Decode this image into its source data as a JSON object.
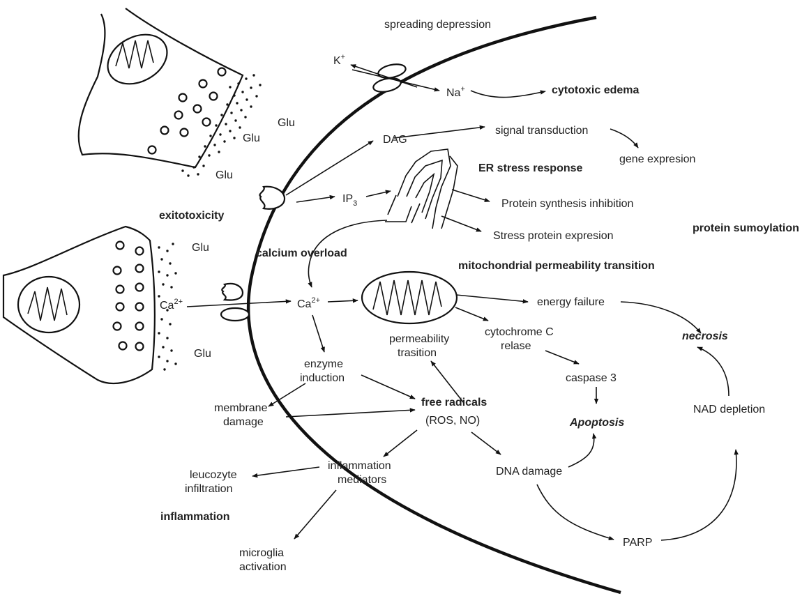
{
  "labels": {
    "spreading_depression": "spreading depression",
    "k_ion": "K",
    "k_sup": "+",
    "na_ion": "Na",
    "na_sup": "+",
    "cytotoxic_edema": "cytotoxic edema",
    "glu_1": "Glu",
    "glu_2": "Glu",
    "glu_3": "Glu",
    "glu_4": "Glu",
    "glu_5": "Glu",
    "dag": "DAG",
    "signal_transduction": "signal transduction",
    "gene_expresion": "gene expresion",
    "er_stress_response": "ER stress response",
    "ip3": "IP",
    "ip3_sub": "3",
    "protein_synthesis_inhibition": "Protein synthesis inhibition",
    "stress_protein_expresion": "Stress protein expresion",
    "exitotoxicity": "exitotoxicity",
    "protein_sumoylation": "protein sumoylation",
    "calcium_overload": "calcium overload",
    "mitochondrial_permeability_transition": "mitochondrial permeability transition",
    "ca_outside": "Ca",
    "ca_outside_sup": "2+",
    "ca_inside": "Ca",
    "ca_inside_sup": "2+",
    "energy_failure": "energy failure",
    "necrosis": "necrosis",
    "permeability_line1": "permeability",
    "permeability_line2": "trasition",
    "cytochrome_line1": "cytochrome C",
    "cytochrome_line2": "relase",
    "enzyme_line1": "enzyme",
    "enzyme_line2": "induction",
    "caspase3": "caspase 3",
    "nad_depletion": "NAD depletion",
    "membrane_line1": "membrane",
    "membrane_line2": "damage",
    "free_radicals": "free radicals",
    "ros_no": "(ROS, NO)",
    "apoptosis": "Apoptosis",
    "leucozyte_line1": "leucozyte",
    "leucozyte_line2": "infiltration",
    "inflammation_mediators_line1": "inflammation",
    "inflammation_mediators_line2": "mediators",
    "dna_damage": "DNA damage",
    "inflammation": "inflammation",
    "parp": "PARP",
    "microglia_line1": "microglia",
    "microglia_line2": "activation"
  },
  "icons": {
    "presynaptic_terminal": "presynaptic-terminal-icon",
    "mitochondrion": "mitochondrion-icon",
    "endoplasmic_reticulum": "endoplasmic-reticulum-icon",
    "receptor": "glutamate-receptor-icon",
    "ion_channel": "ion-channel-icon"
  }
}
